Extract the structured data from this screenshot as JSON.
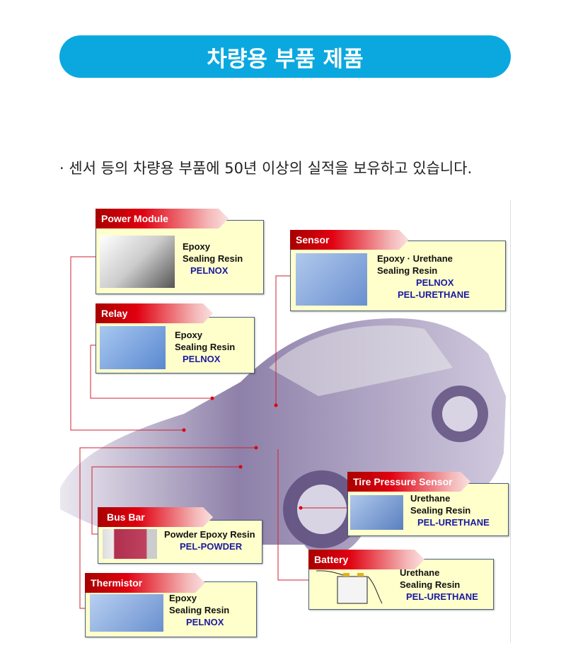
{
  "banner": {
    "title": "차량용 부품 제품"
  },
  "description": "· 센서 등의 차량용 부품에 50년 이상의 실적을 보유하고 있습니다.",
  "parts": [
    {
      "name": "Power Module",
      "line1": "Epoxy",
      "line2": "Sealing Resin",
      "product": "PELNOX"
    },
    {
      "name": "Relay",
      "line1": "Epoxy",
      "line2": "Sealing Resin",
      "product": "PELNOX"
    },
    {
      "name": "Sensor",
      "line1": "Epoxy · Urethane",
      "line2": "Sealing Resin",
      "product": "PELNOX",
      "product2": "PEL-URETHANE"
    },
    {
      "name": "Tire Pressure Sensor",
      "line1": "Urethane",
      "line2": "Sealing Resin",
      "product": "PEL-URETHANE"
    },
    {
      "name": "Battery",
      "line1": "Urethane",
      "line2": "Sealing Resin",
      "product": "PEL-URETHANE"
    },
    {
      "name": "Bus Bar",
      "line1": "Powder Epoxy Resin",
      "product": "PEL-POWDER"
    },
    {
      "name": "Thermistor",
      "line1": "Epoxy",
      "line2": "Sealing Resin",
      "product": "PELNOX"
    }
  ],
  "colors": {
    "banner": "#0ba8e0",
    "header_red": "#e00010",
    "card": "#ffffcc",
    "product_blue": "#1a1aa0"
  }
}
